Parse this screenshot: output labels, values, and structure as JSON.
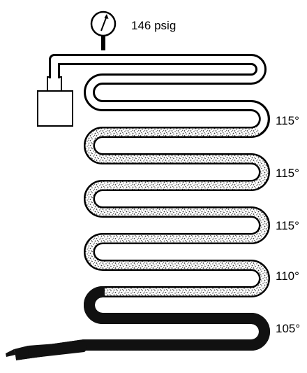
{
  "gauge": {
    "reading": "146 psig",
    "icon": "pressure-gauge-icon"
  },
  "temperatures": [
    "115°",
    "115°",
    "115°",
    "110°",
    "105°"
  ],
  "colors": {
    "ink": "#000000",
    "background": "#ffffff",
    "liquid": "#111111",
    "speckle": "#444444"
  }
}
